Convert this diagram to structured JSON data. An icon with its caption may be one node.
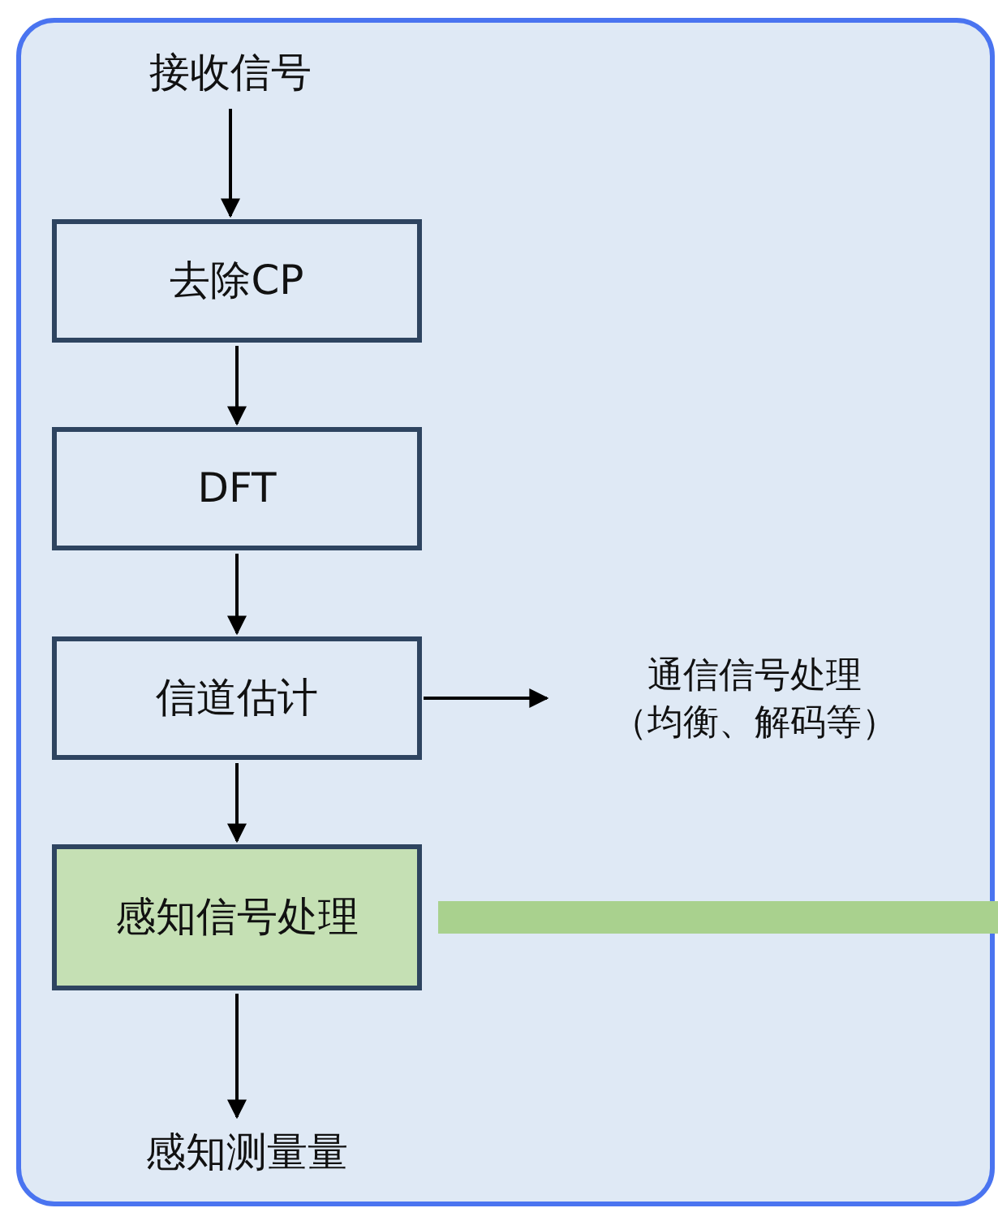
{
  "diagram": {
    "nodes": [
      {
        "text": [
          "接收信号"
        ]
      },
      {
        "text": [
          "去除CP"
        ]
      },
      {
        "text": [
          "DFT"
        ]
      },
      {
        "text": [
          "信道估计"
        ]
      },
      {
        "text": [
          "通信信号处理",
          "（均衡、解码等）"
        ]
      },
      {
        "text": [
          "感知信号处理"
        ]
      },
      {
        "text": [
          "感知测量量"
        ]
      }
    ],
    "edges": [
      {
        "from": 0,
        "to": 1,
        "arrow": "to"
      },
      {
        "from": 1,
        "to": 2,
        "arrow": "to"
      },
      {
        "from": 2,
        "to": 3,
        "arrow": "to"
      },
      {
        "from": 3,
        "to": 4,
        "arrow": "to"
      },
      {
        "from": 3,
        "to": 5,
        "arrow": "to"
      },
      {
        "from": 5,
        "to": 6,
        "arrow": "to"
      },
      {
        "from": 5,
        "to": null,
        "arrow": "none",
        "style": "thick",
        "color": "#a9d18e"
      }
    ]
  }
}
